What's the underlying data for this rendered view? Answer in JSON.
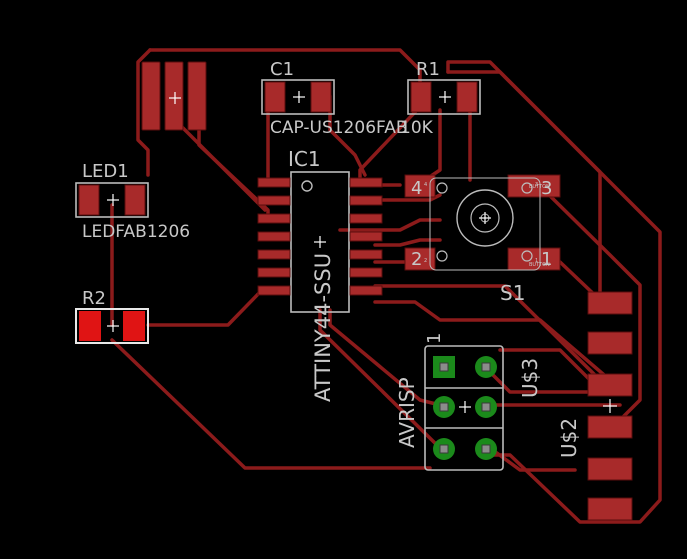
{
  "colors": {
    "background": "#000000",
    "trace": "#8c1b1b",
    "pad": "#a82a2a",
    "pad_highlight": "#e01414",
    "silkscreen": "#c8c8c8",
    "through_pad": "#1b8a1b"
  },
  "labels": {
    "c1_name": "C1",
    "c1_value": "CAP-US1206FAB",
    "r1_name": "R1",
    "r1_value": "10K",
    "led1_name": "LED1",
    "led1_value": "LEDFAB1206",
    "r2_name": "R2",
    "ic1_name": "IC1",
    "ic1_value": "ATTINY44-SSU",
    "s1_name": "S1",
    "us3_name": "U$3",
    "us2_name": "U$2",
    "avrisp_name": "AVRISP",
    "avrisp_pin1": "1"
  },
  "switch_pins": {
    "p4": "4",
    "p3": "3",
    "p2": "2",
    "p1": "1",
    "tiny_a": "4",
    "tiny_b": "3",
    "tiny_c": "2",
    "tiny_d": "1",
    "tiny_button_top": "BUTTON",
    "tiny_button_bottom": "BUTTON"
  }
}
